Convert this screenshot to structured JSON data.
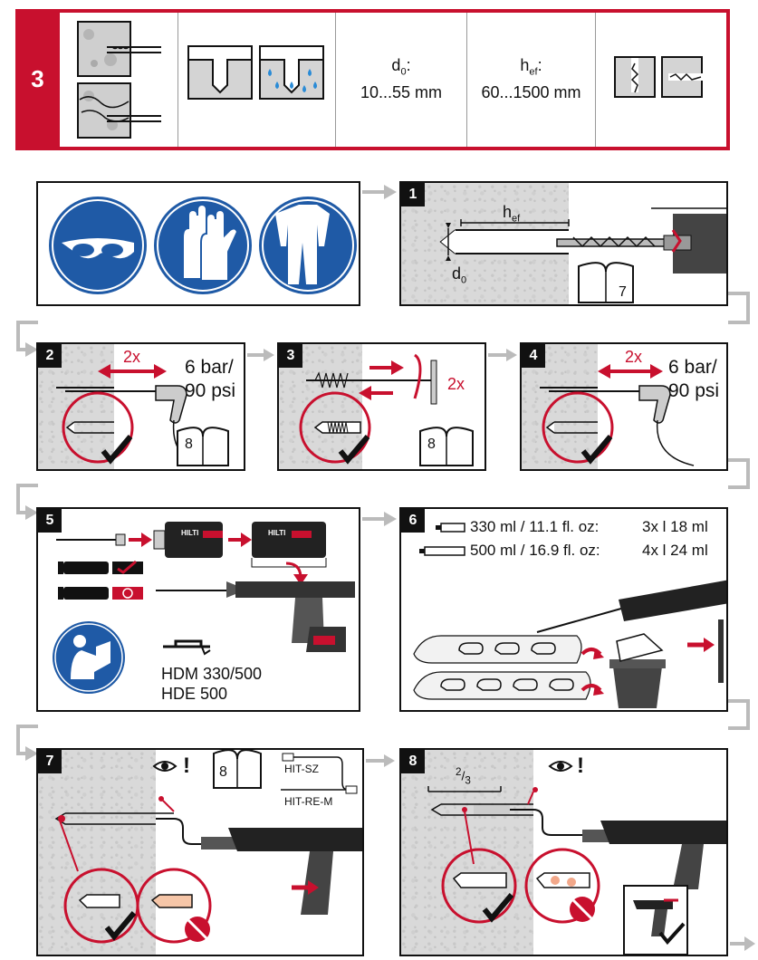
{
  "header": {
    "step": "3",
    "d0_label": "d",
    "d0_sub": "0",
    "d0_colon": ":",
    "d0_value": "10...55 mm",
    "hef_label": "h",
    "hef_sub": "ef",
    "hef_colon": ":",
    "hef_value": "60...1500 mm"
  },
  "steps": {
    "s1": {
      "num": "1",
      "hef_label": "h",
      "hef_sub": "ef",
      "d0_label": "d",
      "d0_sub": "0",
      "book_page": "7"
    },
    "s2": {
      "num": "2",
      "times": "2x",
      "pressure_a": "6 bar/",
      "pressure_b": "90 psi",
      "book_page": "8"
    },
    "s3": {
      "num": "3",
      "times": "2x",
      "book_page": "8"
    },
    "s4": {
      "num": "4",
      "times": "2x",
      "pressure_a": "6 bar/",
      "pressure_b": "90 psi"
    },
    "s5": {
      "num": "5",
      "brand": "HILTI",
      "brand2": "HILTI",
      "tool_a": "HDM 330/500",
      "tool_b": "HDE 500"
    },
    "s6": {
      "num": "6",
      "row1_vol": "330 ml / 11.1 fl. oz:",
      "row1_disc": "3x l 18 ml",
      "row2_vol": "500 ml / 16.9 fl. oz:",
      "row2_disc": "4x l 24 ml"
    },
    "s7": {
      "num": "7",
      "book_page": "8",
      "part_a": "HIT-SZ",
      "part_b": "HIT-RE-M",
      "eye": "!"
    },
    "s8": {
      "num": "8",
      "fraction_num": "2",
      "fraction_den": "3",
      "eye": "!"
    }
  },
  "colors": {
    "accent": "#c8102e",
    "safety_blue": "#1f5aa6",
    "concrete": "#d9d9d9"
  }
}
